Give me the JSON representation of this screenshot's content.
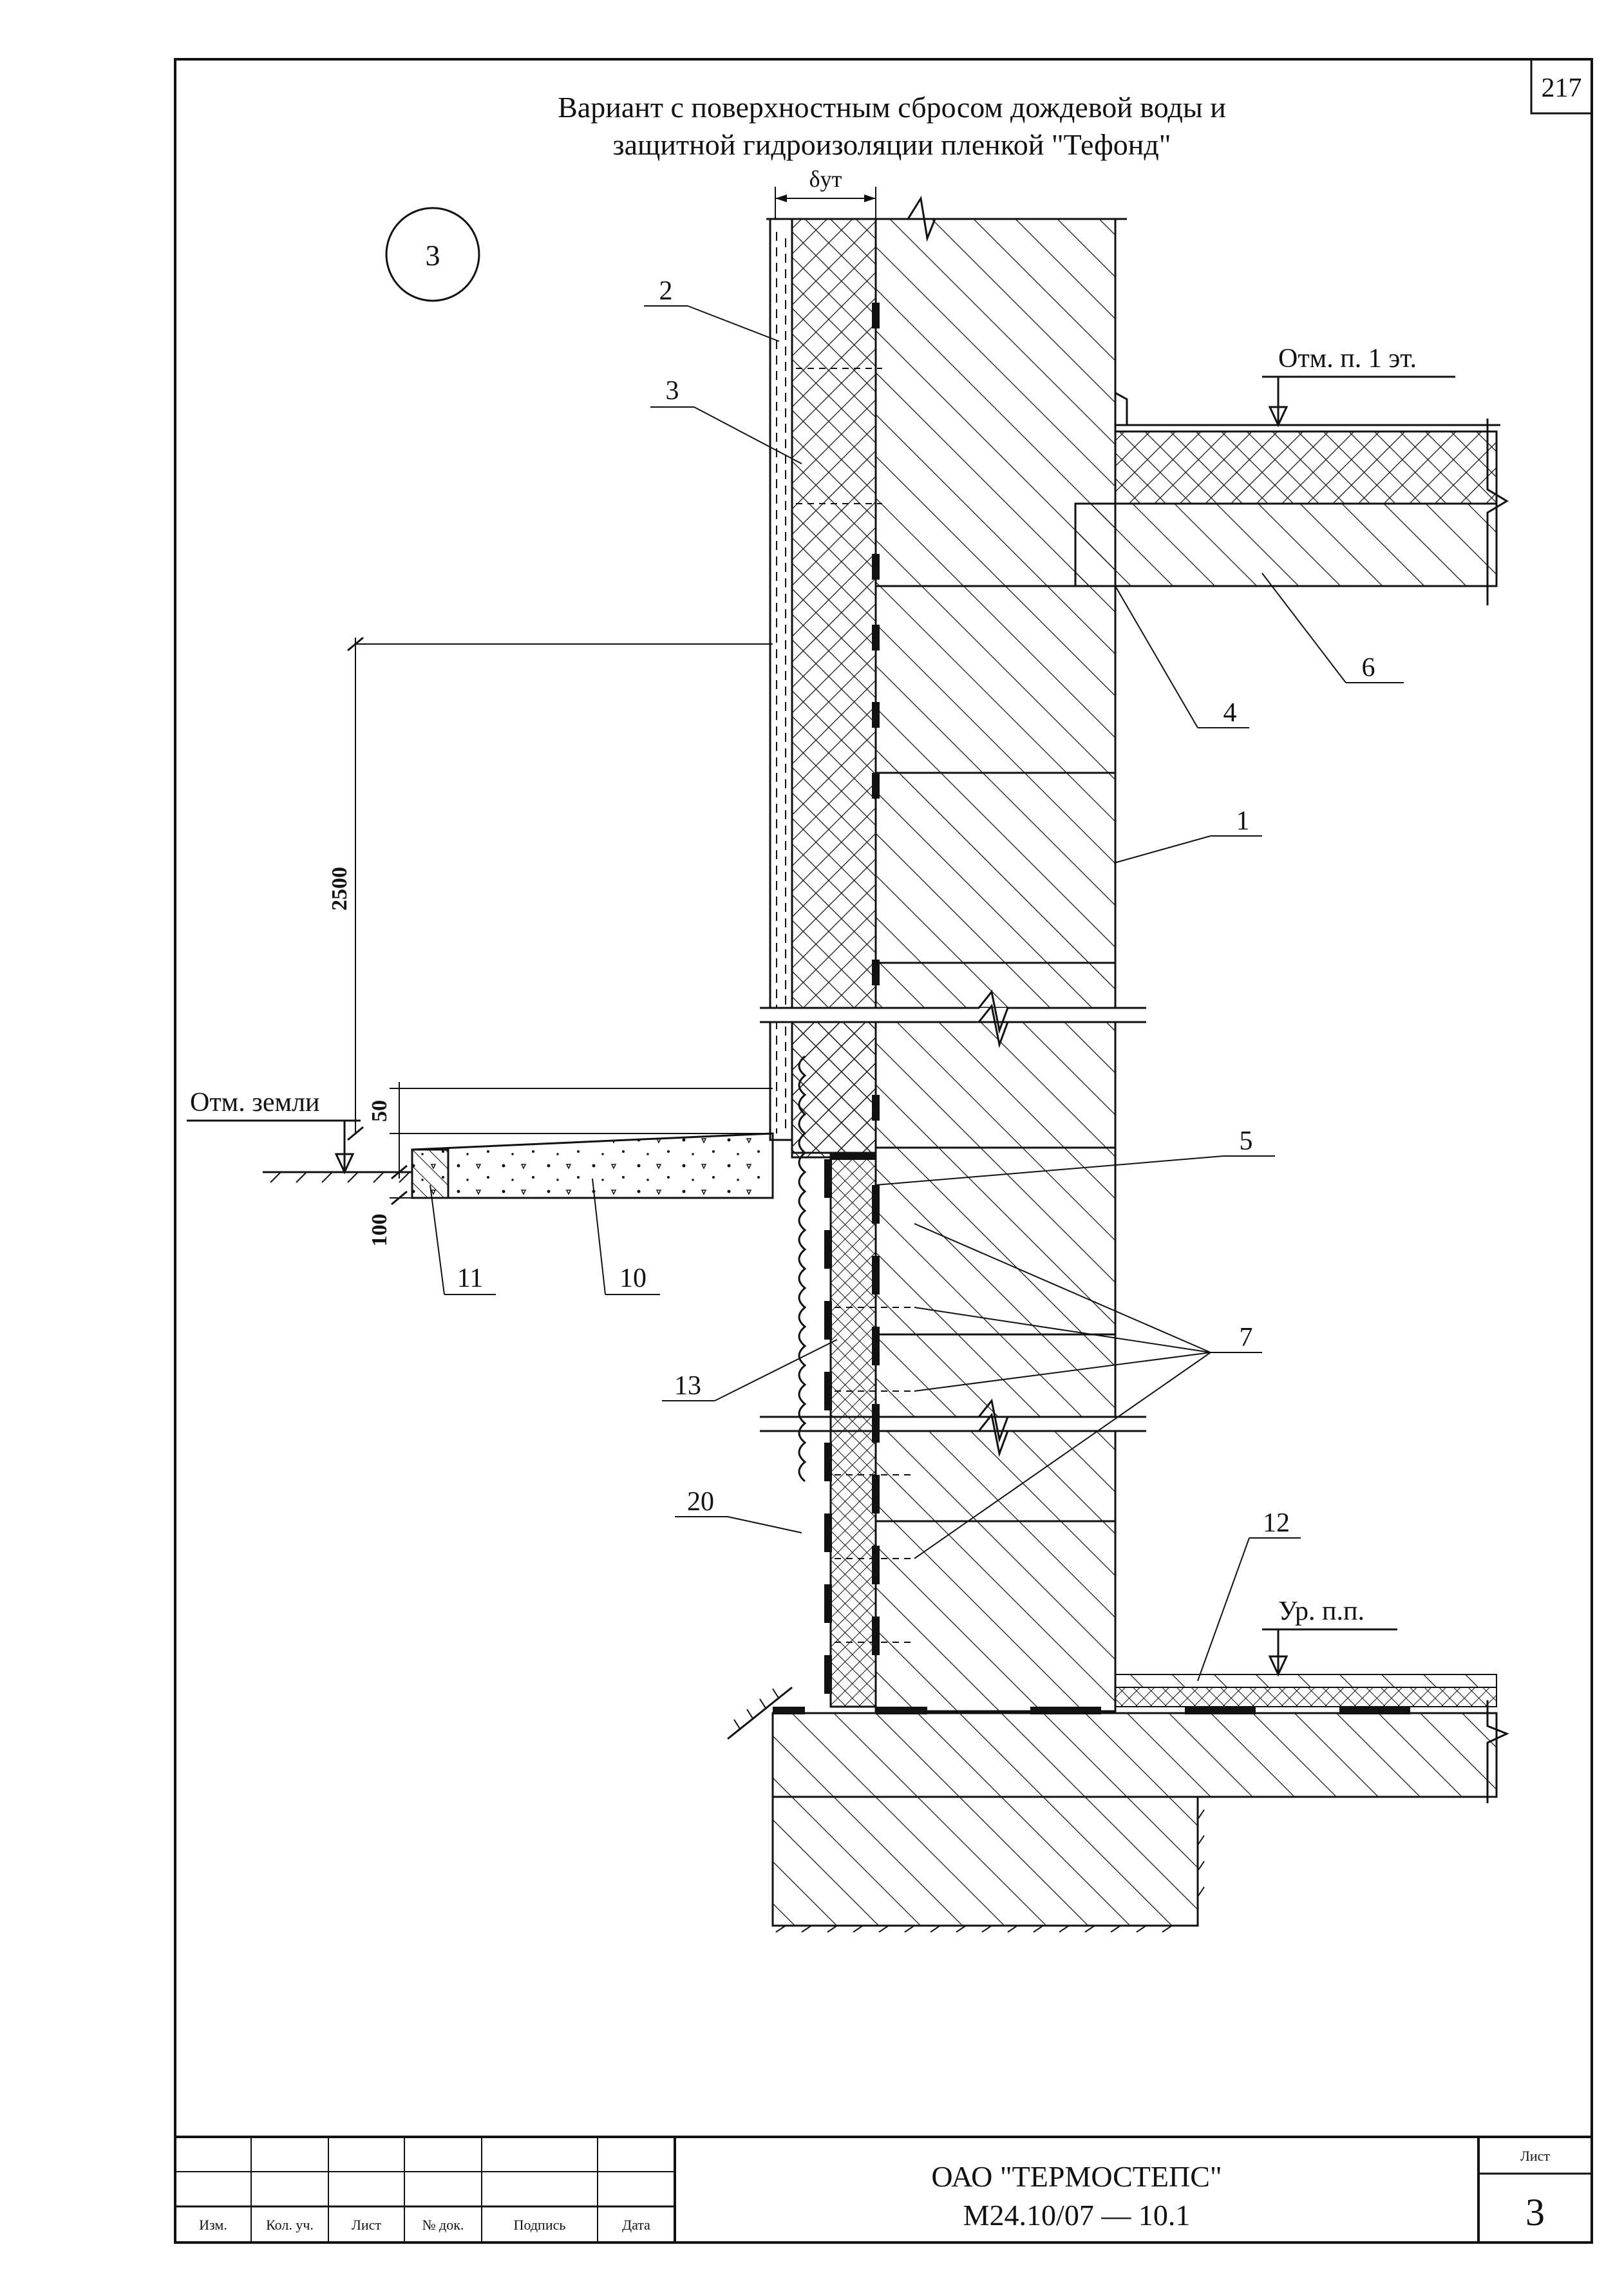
{
  "page_number": "217",
  "title_lines": [
    "Вариант с поверхностным сбросом дождевой воды и",
    "защитной гидроизоляции пленкой \"Тефонд\""
  ],
  "detail_number": "3",
  "insulation_thickness_label": "δут",
  "elevation_marks": {
    "first_floor": "Отм. п. 1 эт.",
    "ground": "Отм. земли",
    "floor_level": "Ур. п.п."
  },
  "dimensions": {
    "height_2500": "2500",
    "gap_50": "50",
    "slab_100": "100"
  },
  "callouts": [
    "2",
    "3",
    "6",
    "4",
    "1",
    "5",
    "7",
    "13",
    "20",
    "12",
    "11",
    "10"
  ],
  "title_block": {
    "headers": [
      "Изм.",
      "Кол. уч.",
      "Лист",
      "№ док.",
      "Подпись",
      "Дата"
    ],
    "organization": "ОАО \"ТЕРМОСТЕПС\"",
    "document_code": "М24.10/07 — 10.1",
    "sheet_label": "Лист",
    "sheet_number": "3"
  }
}
